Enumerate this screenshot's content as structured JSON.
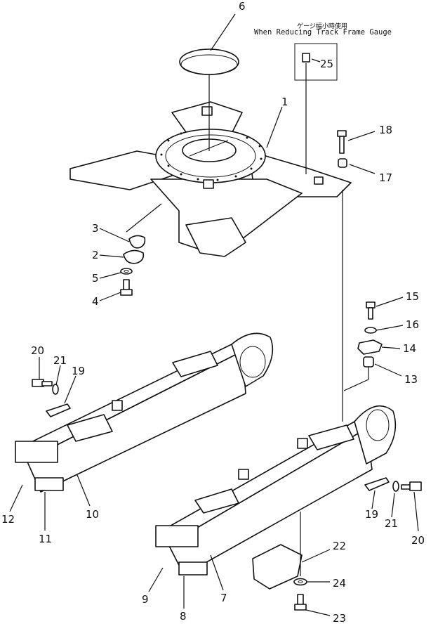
{
  "note": {
    "japanese": "ゲージ幅小時使用",
    "english": "When Reducing Track Frame Gauge"
  },
  "callouts": [
    "1",
    "2",
    "3",
    "4",
    "5",
    "6",
    "7",
    "8",
    "9",
    "10",
    "11",
    "12",
    "13",
    "14",
    "15",
    "16",
    "17",
    "18",
    "19",
    "19",
    "20",
    "20",
    "21",
    "21",
    "22",
    "23",
    "24",
    "25"
  ]
}
